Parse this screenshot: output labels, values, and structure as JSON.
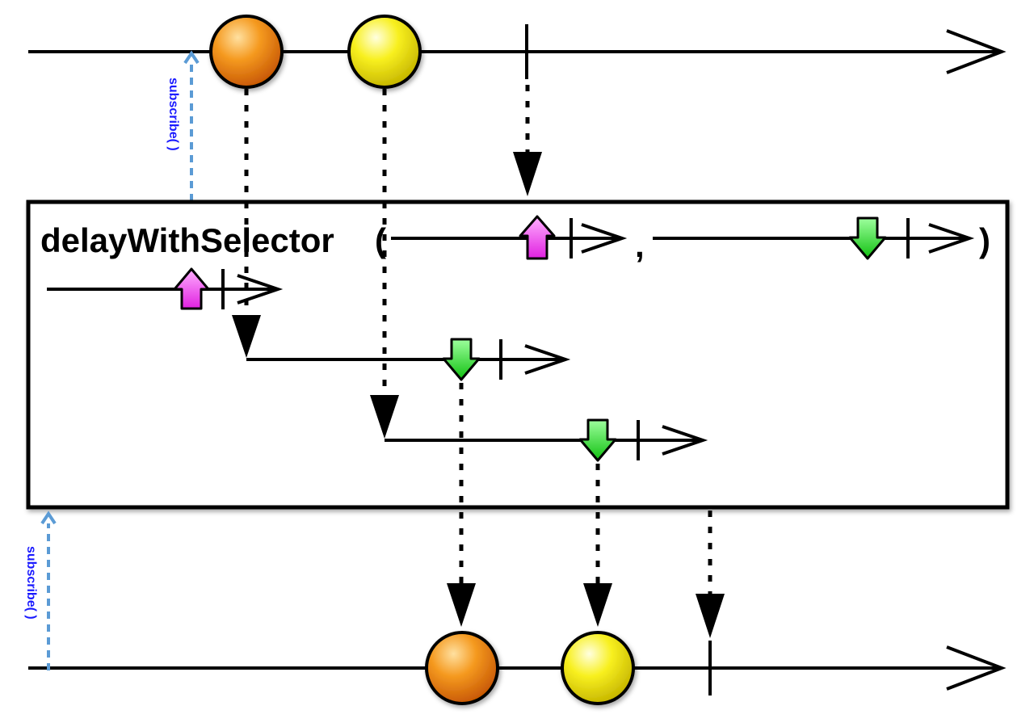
{
  "operator": {
    "name": "delayWithSelector",
    "open_paren": "(",
    "comma": ",",
    "close_paren": ")"
  },
  "labels": {
    "subscribe_top": "subscribe( )",
    "subscribe_bottom": "subscribe( )"
  },
  "colors": {
    "line": "#000000",
    "orange_marble": "#f08a16",
    "yellow_marble": "#f2ec10",
    "subscription_arrow": "#ff33ff",
    "unsubscription_arrow": "#22dd22",
    "subscribe_arrow": "#5b9bd5",
    "subscribe_text": "#1a1aff"
  },
  "source_timeline": {
    "items": [
      "orange-marble",
      "yellow-marble"
    ],
    "terminates": true
  },
  "result_timeline": {
    "items": [
      "orange-marble",
      "yellow-marble"
    ],
    "terminates": true
  }
}
